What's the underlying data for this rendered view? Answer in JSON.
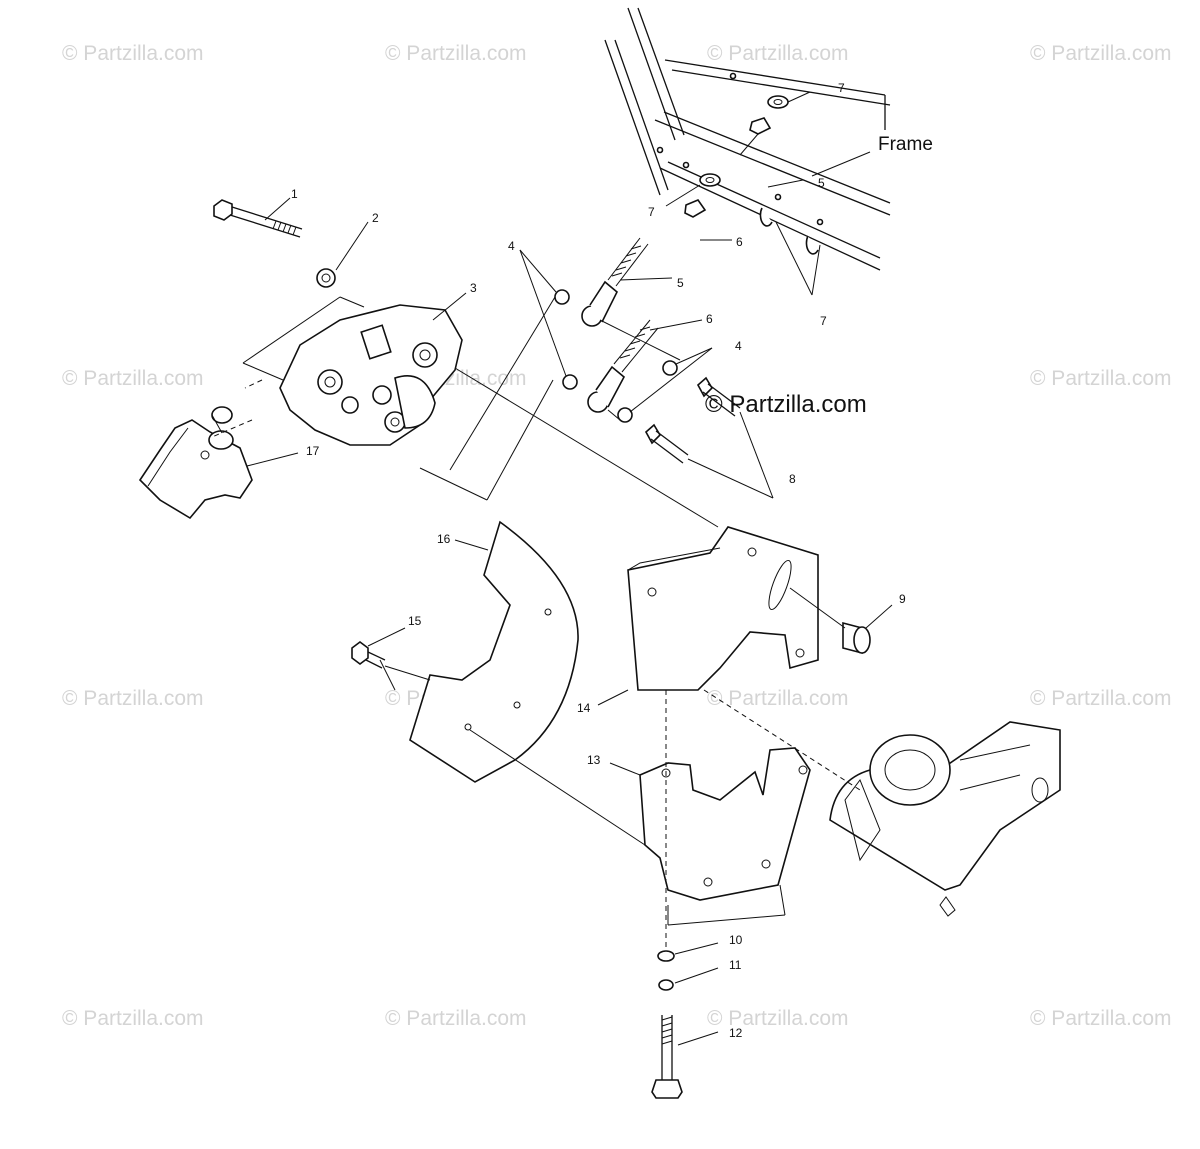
{
  "watermark_text": "© Partzilla.com",
  "brand_text": "© Partzilla.com",
  "frame_label": "Frame",
  "callouts": {
    "c1": "1",
    "c2": "2",
    "c3": "3",
    "c4a": "4",
    "c4b": "4",
    "c5a": "5",
    "c5b": "5",
    "c6a": "6",
    "c6b": "6",
    "c7a": "7",
    "c7b": "7",
    "c7c": "7",
    "c8": "8",
    "c9": "9",
    "c10": "10",
    "c11": "11",
    "c12": "12",
    "c13": "13",
    "c14": "14",
    "c15": "15",
    "c16": "16",
    "c17": "17"
  },
  "colors": {
    "line": "#111111",
    "watermark": "#d4d4d4",
    "background": "#ffffff"
  }
}
